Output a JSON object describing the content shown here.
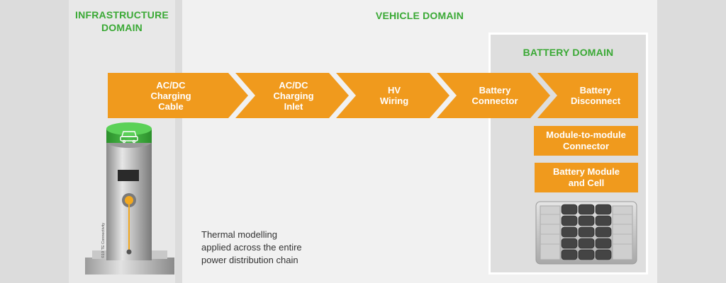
{
  "domains": {
    "infrastructure": "INFRASTRUCTURE\nDOMAIN",
    "vehicle": "VEHICLE DOMAIN",
    "battery": "BATTERY DOMAIN"
  },
  "flow": [
    "AC/DC\nCharging\nCable",
    "AC/DC\nCharging\nInlet",
    "HV\nWiring",
    "Battery\nConnector",
    "Battery\nDisconnect"
  ],
  "battery_items": [
    "Module-to-module\nConnector",
    "Battery Module\nand Cell"
  ],
  "note": "Thermal modelling\napplied across the entire\npower distribution chain",
  "station_caption": "©19 TE Connectivity",
  "colors": {
    "accent_orange": "#f09a1d",
    "domain_green": "#3aa935"
  }
}
